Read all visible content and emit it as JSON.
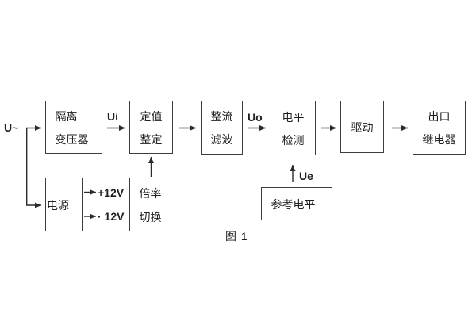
{
  "figure_caption": "图 1",
  "colors": {
    "background": "#ffffff",
    "box_border": "#3d3d3d",
    "connector": "#2a2a2a",
    "text": "#1f1f1f"
  },
  "diagram": {
    "source_label": "U~",
    "signal_labels": {
      "ui": "Ui",
      "uo": "Uo",
      "ue": "Ue"
    },
    "power_rail_labels": {
      "positive": "+12V",
      "negative": "· 12V"
    },
    "blocks": {
      "isolation_transformer": {
        "lines": [
          "隔离",
          "变压器"
        ]
      },
      "power_supply": {
        "lines": [
          "电源"
        ]
      },
      "setpoint_adjust": {
        "lines": [
          "定值",
          "整定"
        ]
      },
      "ratio_switch": {
        "lines": [
          "倍率",
          "切换"
        ]
      },
      "rectifier_filter": {
        "lines": [
          "整流",
          "滤波"
        ]
      },
      "level_detector": {
        "lines": [
          "电平",
          "检测"
        ]
      },
      "driver": {
        "lines": [
          "驱动"
        ]
      },
      "output_relay": {
        "lines": [
          "出口",
          "继电器"
        ]
      },
      "reference_level": {
        "lines": [
          "参考电平"
        ]
      }
    }
  }
}
